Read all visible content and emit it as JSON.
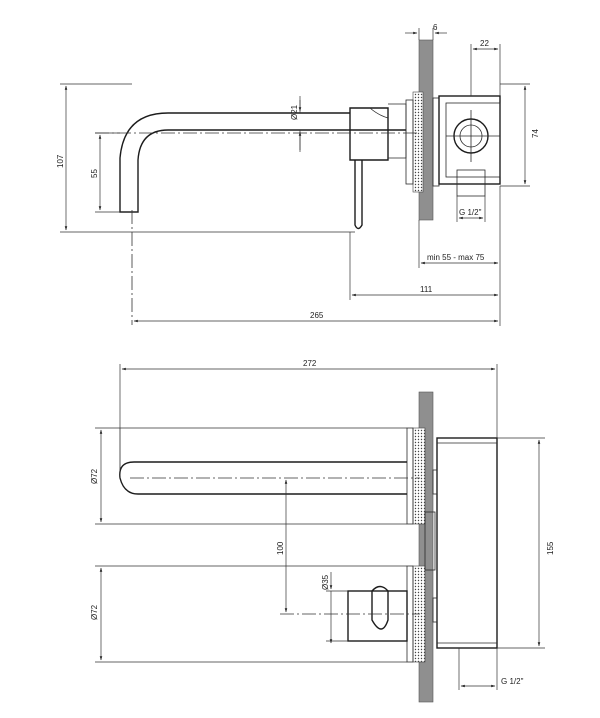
{
  "top_view": {
    "dims": {
      "wall_thickness": "6",
      "box_width": "22",
      "box_height": "74",
      "pipe_diameter": "Ø21",
      "total_height": "107",
      "outlet_height": "55",
      "thread": "G 1/2\"",
      "depth_range": "min 55 - max 75",
      "lever_depth": "111",
      "total_length": "265"
    }
  },
  "bottom_view": {
    "dims": {
      "total_length": "272",
      "plate_upper": "Ø72",
      "plate_lower": "Ø72",
      "spacing": "100",
      "lever_diameter": "Ø35",
      "box_height": "155",
      "thread": "G 1/2\""
    }
  }
}
